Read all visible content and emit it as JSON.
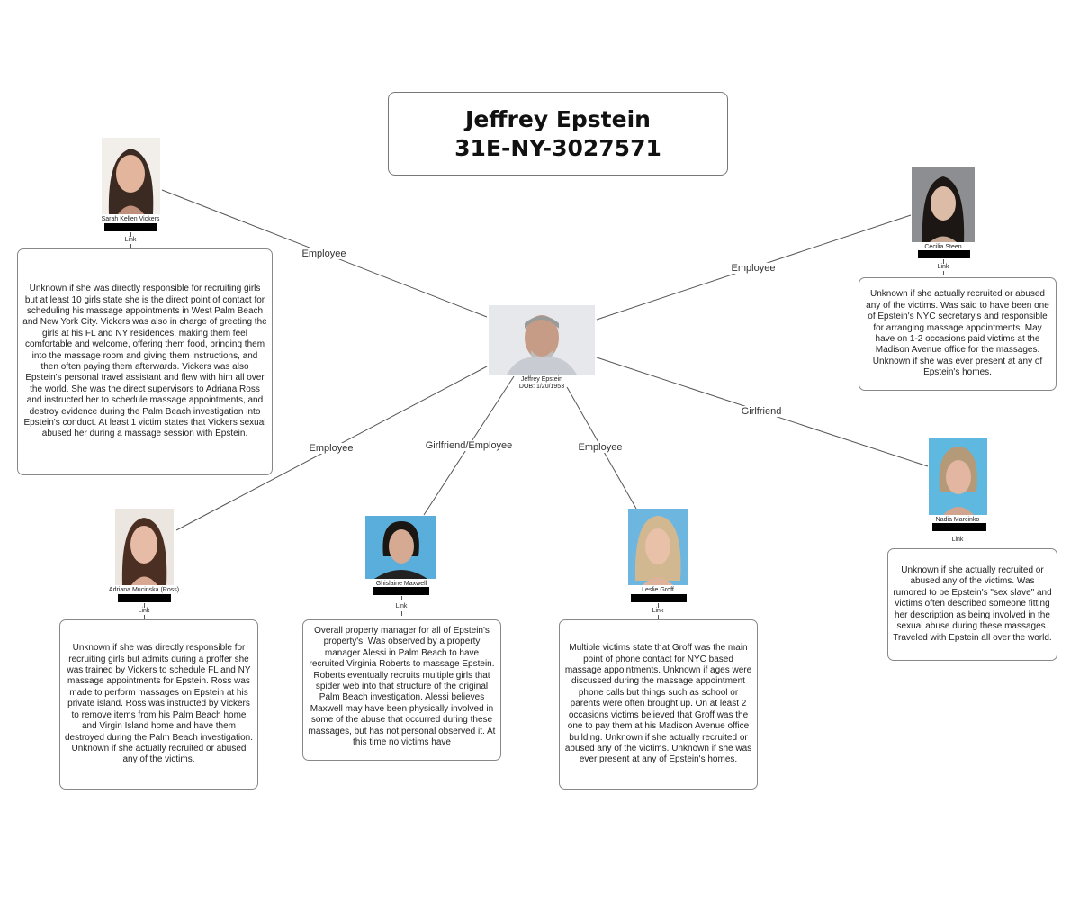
{
  "title": {
    "line1": "Jeffrey Epstein",
    "line2": "31E-NY-3027571"
  },
  "center": {
    "name": "Jeffrey Epstein",
    "dob": "DOB: 1/20/1953"
  },
  "link_label": "Link",
  "relations": {
    "vickers": "Employee",
    "steen": "Employee",
    "marcinko": "Girlfriend",
    "ross": "Employee",
    "maxwell": "Girlfriend/Employee",
    "groff": "Employee"
  },
  "people": {
    "vickers": {
      "name": "Sarah Kellen Vickers",
      "description": "Unknown if she was directly responsible for recruiting girls but at least 10 girls state she is the direct point of contact for scheduling his massage appointments in West Palm Beach and New York City.  Vickers was also in charge of greeting the girls at his FL and NY residences, making them feel comfortable and welcome, offering them food, bringing them into the massage room and giving them instructions, and then often paying them afterwards. Vickers was also Epstein's personal travel assistant and flew with him all over the world.  She was the direct supervisors to Adriana Ross and instructed her to schedule massage appointments, and destroy evidence during the Palm Beach investigation into Epstein's conduct.  At least 1 victim states that Vickers sexual abused her during a massage session with Epstein."
    },
    "steen": {
      "name": "Cecilia Steen",
      "description": "Unknown if she actually recruited or abused any of the victims.  Was said to have been one of Epstein's NYC secretary's and responsible for arranging massage appointments.  May have on 1-2 occasions paid victims at the Madison Avenue office for the massages.  Unknown if she was ever present at any of Epstein's homes."
    },
    "marcinko": {
      "name": "Nadia Marcinko",
      "description": "Unknown if she actually recruited or abused any of the victims.  Was rumored to be Epstein's \"sex slave\" and victims often described someone fitting her description as being involved in the sexual abuse during these massages.  Traveled with Epstein all over the world."
    },
    "ross": {
      "name": "Adriana Mucinska (Ross)",
      "description": "Unknown if she was directly responsible for recruiting girls but admits during a proffer she was trained by Vickers to schedule FL and NY massage appointments for Epstein. Ross was made to perform massages on Epstein at his private island.  Ross was instructed by Vickers to remove items from his Palm Beach home and Virgin Island home and have them destroyed during the Palm Beach investigation.  Unknown if she actually recruited or abused any of the victims."
    },
    "maxwell": {
      "name": "Ghislaine Maxwell",
      "description": "Overall property manager for all of Epstein's property's.  Was observed by a property manager Alessi in Palm Beach to have recruited Virginia Roberts to massage Epstein.  Roberts eventually recruits multiple girls that spider web into that structure of the original Palm Beach investigation.  Alessi believes Maxwell may have been physically involved in some of the abuse that occurred during these massages, but has not personal observed it.  At this time no victims have"
    },
    "groff": {
      "name": "Leslie Groff",
      "description": "Multiple victims state that Groff was the main point of phone contact for NYC based massage appointments.  Unknown if ages were discussed during the massage appointment phone calls but things such as school or parents were often brought up.  On at least 2 occasions victims believed that Groff was the one to pay them at his Madison Avenue office building.  Unknown if she actually recruited or abused any of the victims.  Unknown if she was ever present at any of Epstein's homes."
    }
  }
}
